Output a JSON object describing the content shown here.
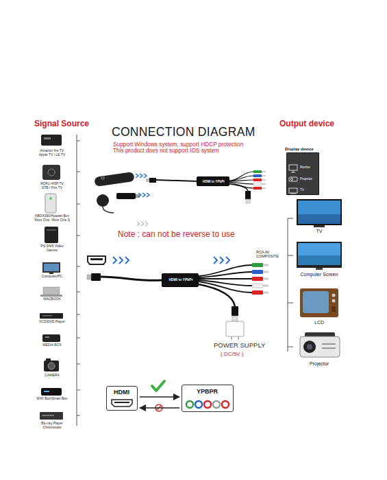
{
  "diagram": {
    "title": "CONNECTION DIAGRAM",
    "nodes": [
      {
        "text": [
          "HDMI to YPbPr"
        ]
      },
      {
        "text": [
          "Display device",
          "Monitor",
          "Projector",
          "TV"
        ]
      },
      {
        "text": [
          "HDMI to YPbPr"
        ]
      },
      {
        "text": [
          "HDMI"
        ]
      },
      {
        "text": [
          "YPBPR"
        ]
      }
    ],
    "edges": [
      {
        "from": 3,
        "to": 4,
        "arrow": "to"
      },
      {
        "from": 4,
        "to": 3,
        "arrow": "to"
      }
    ],
    "labels": [
      "Signal Source",
      "Output device",
      "Support Windows system, support HDCP protection",
      "This product does not support IOS system",
      "Amazon fire TV Apple TV / LE TV",
      "ROKU 4/5P TV STB / Fire,TV",
      "XBOX360/Huawei Box Xbox One, Xbox One S",
      "PS 3/4/5 Video Games",
      "Computer/PC",
      "MACBOOK",
      "VCD/DVD Player",
      "MEDIA BOX",
      "CAMERA",
      "MXII Box/Smart Box",
      "Blu-ray Player Chromecast",
      "Note : can not be reverse to use",
      "RCA AV COMPOSITE",
      "POWER SUPPLY",
      "( DC/5V )",
      "TV",
      "Computer Screen",
      "LCD",
      "Projector"
    ]
  }
}
